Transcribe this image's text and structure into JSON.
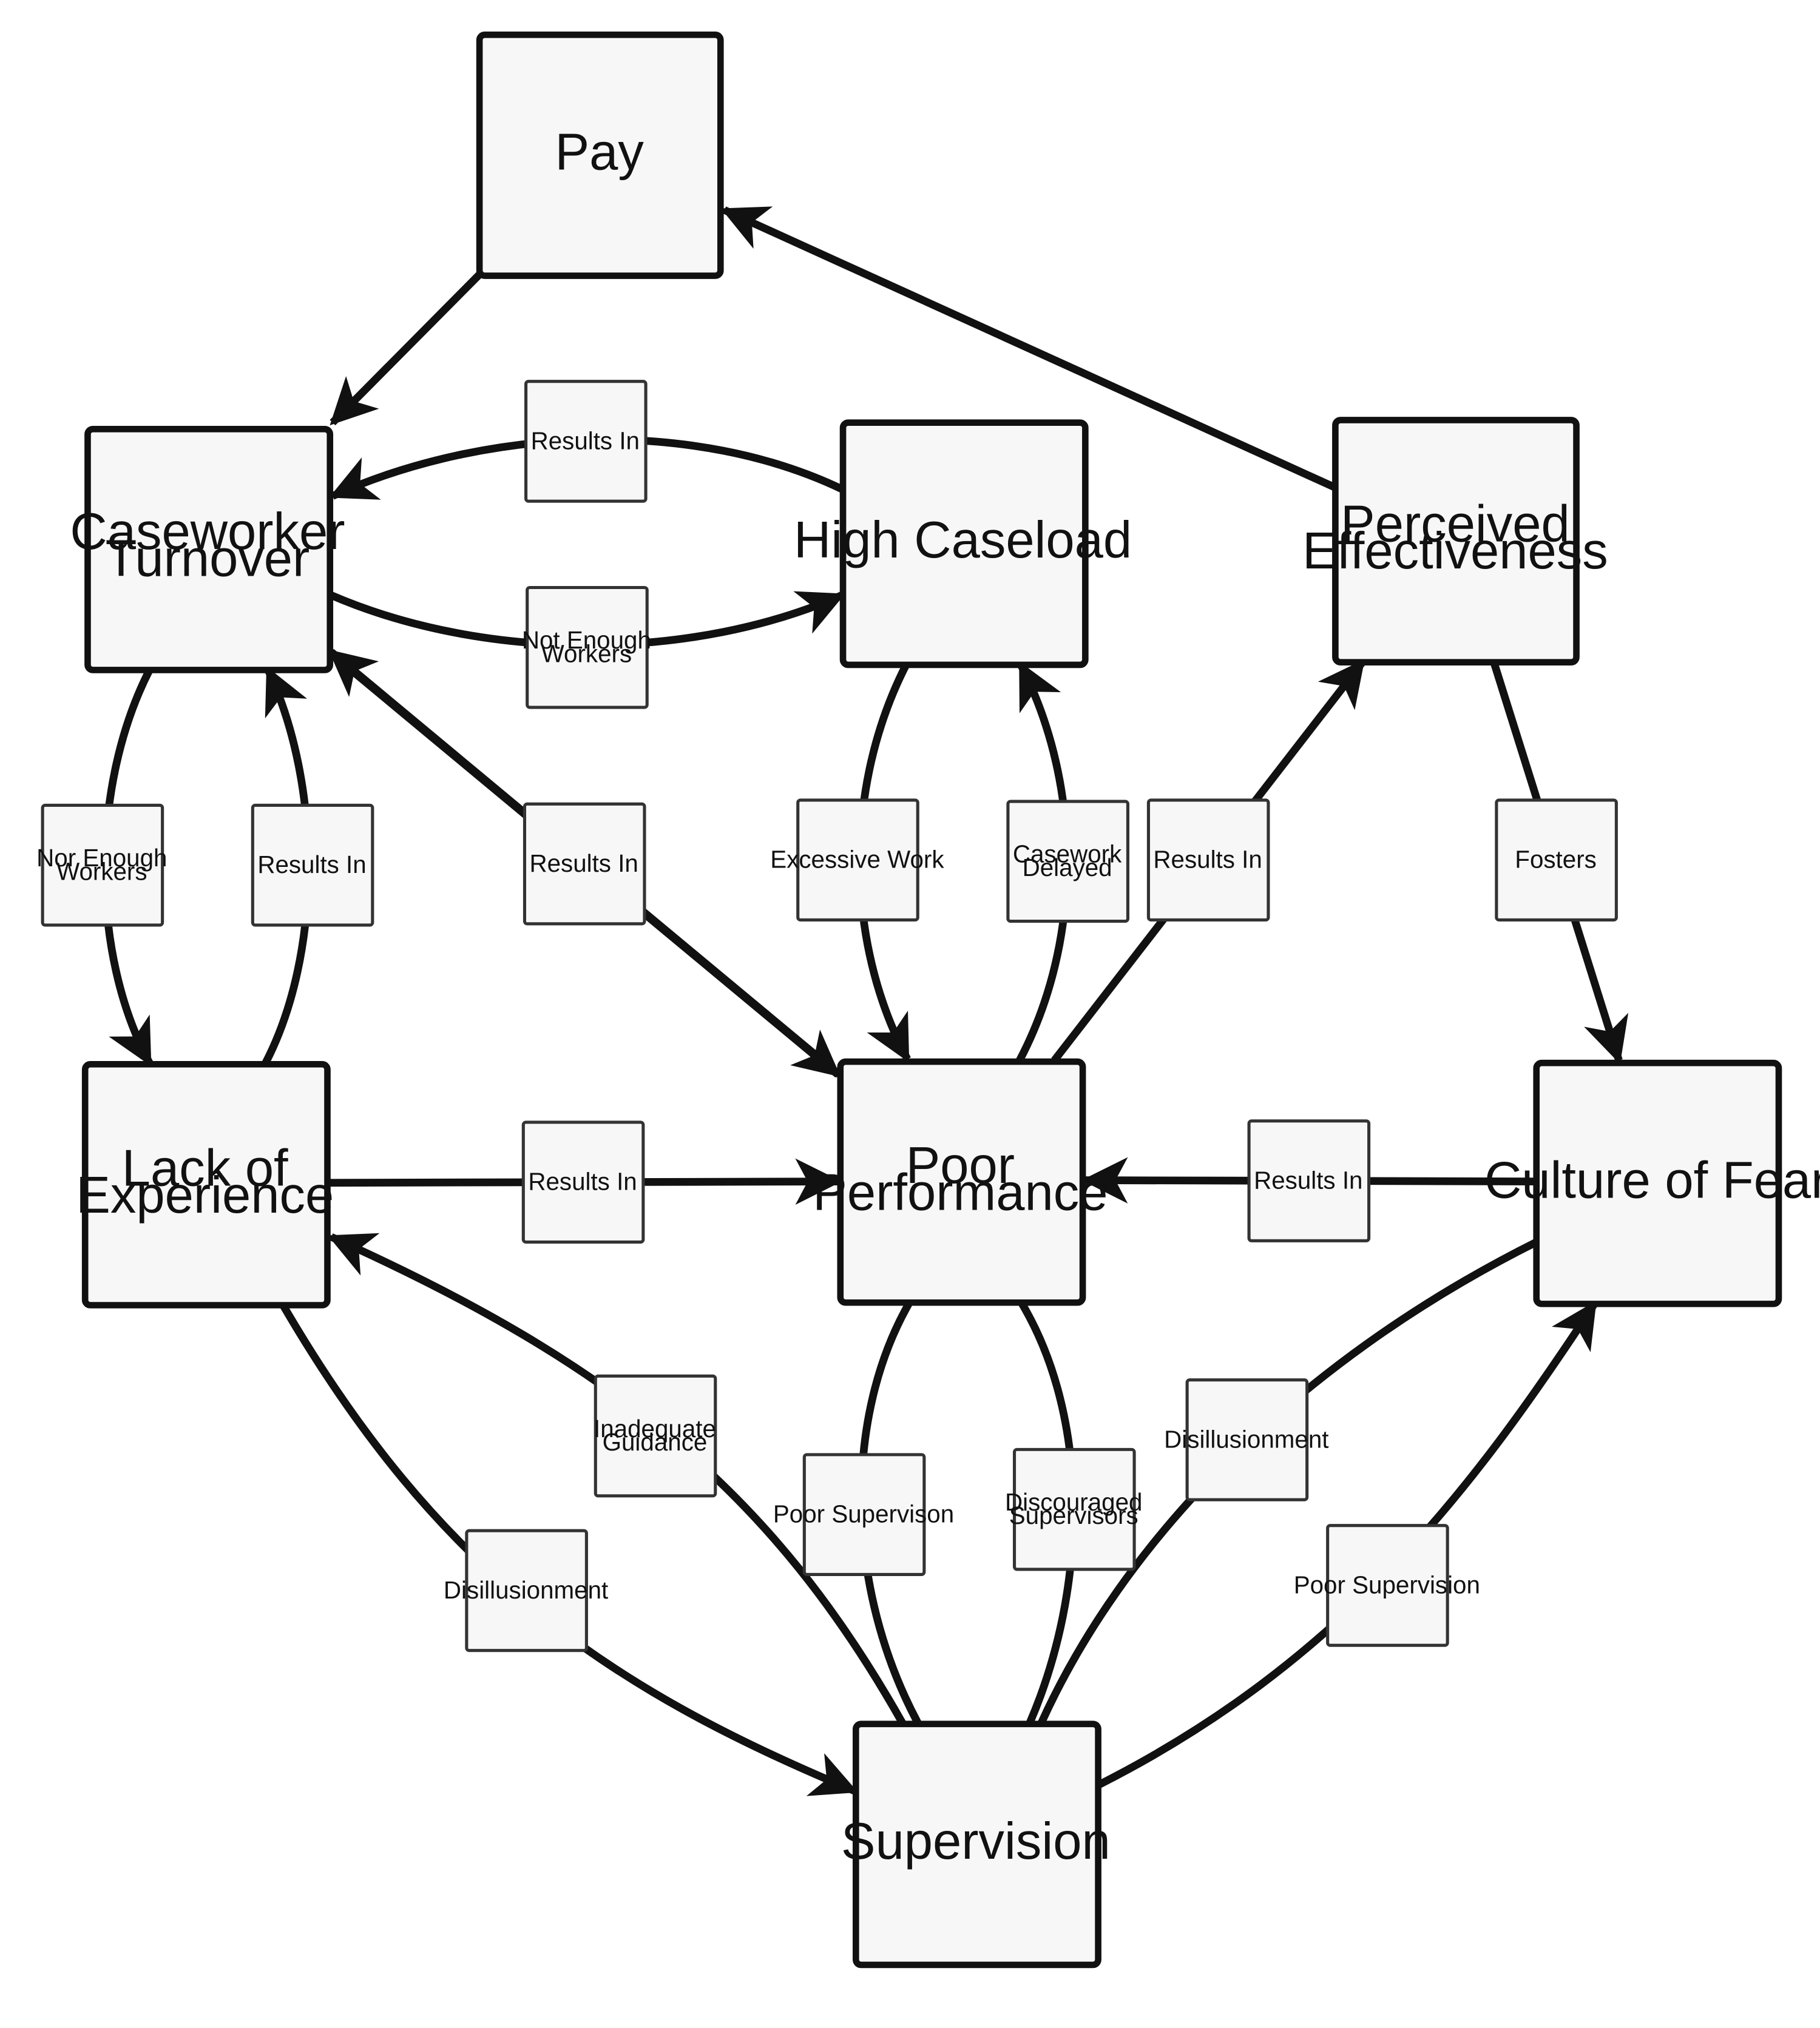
{
  "nodes": {
    "pay": [
      "Pay"
    ],
    "turnover": [
      "Caseworker",
      "Turnover"
    ],
    "caseload": [
      "High Caseload"
    ],
    "effectiveness": [
      "Perceived",
      "Effectiveness"
    ],
    "lack": [
      "Lack of",
      "Experience"
    ],
    "performance": [
      "Poor",
      "Performance"
    ],
    "fear": [
      "Culture of Fear"
    ],
    "supervision": [
      "Supervision"
    ]
  },
  "edge_labels": {
    "caseload_turnover": [
      "Results In"
    ],
    "turnover_caseload": [
      "Not Enough",
      "Workers"
    ],
    "turnover_lack": [
      "Nor Enough",
      "Workers"
    ],
    "lack_turnover": [
      "Results In"
    ],
    "perf_turnover": [
      "Results In"
    ],
    "caseload_perf": [
      "Excessive Work"
    ],
    "perf_caseload": [
      "Casework",
      "Delayed"
    ],
    "perf_effect": [
      "Results In"
    ],
    "effect_fear": [
      "Fosters"
    ],
    "lack_perf": [
      "Results In"
    ],
    "fear_perf": [
      "Results In"
    ],
    "sup_lack": [
      "Inadequate",
      "Guidance"
    ],
    "lack_sup": [
      "Disillusionment"
    ],
    "sup_perf_a": [
      "Poor Supervison"
    ],
    "sup_perf_b": [
      "Discouraged",
      "Supervisors"
    ],
    "fear_sup": [
      "Disillusionment"
    ],
    "sup_fear": [
      "Poor Supervision"
    ]
  }
}
